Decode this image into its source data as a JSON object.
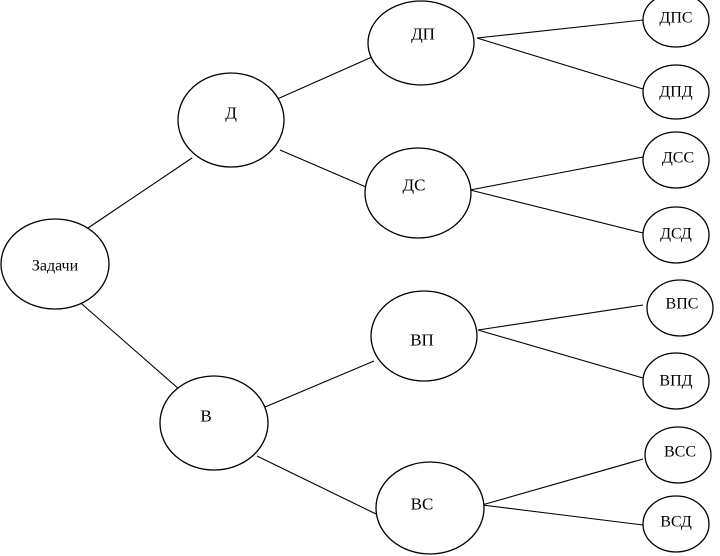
{
  "tree": {
    "root": {
      "label": "Задачи"
    },
    "level1": [
      {
        "id": "d",
        "label": "Д"
      },
      {
        "id": "v",
        "label": "В"
      }
    ],
    "level2": [
      {
        "id": "dp",
        "label": "ДП"
      },
      {
        "id": "ds",
        "label": "ДС"
      },
      {
        "id": "vp",
        "label": "ВП"
      },
      {
        "id": "vs",
        "label": "ВС"
      }
    ],
    "leaves": [
      {
        "id": "dps",
        "label": "ДПС"
      },
      {
        "id": "dpd",
        "label": "ДПД"
      },
      {
        "id": "dss",
        "label": "ДСС"
      },
      {
        "id": "dsd",
        "label": "ДСД"
      },
      {
        "id": "vps",
        "label": "ВПС"
      },
      {
        "id": "vpd",
        "label": "ВПД"
      },
      {
        "id": "vss",
        "label": "ВСС"
      },
      {
        "id": "vsd",
        "label": "ВСД"
      }
    ]
  }
}
